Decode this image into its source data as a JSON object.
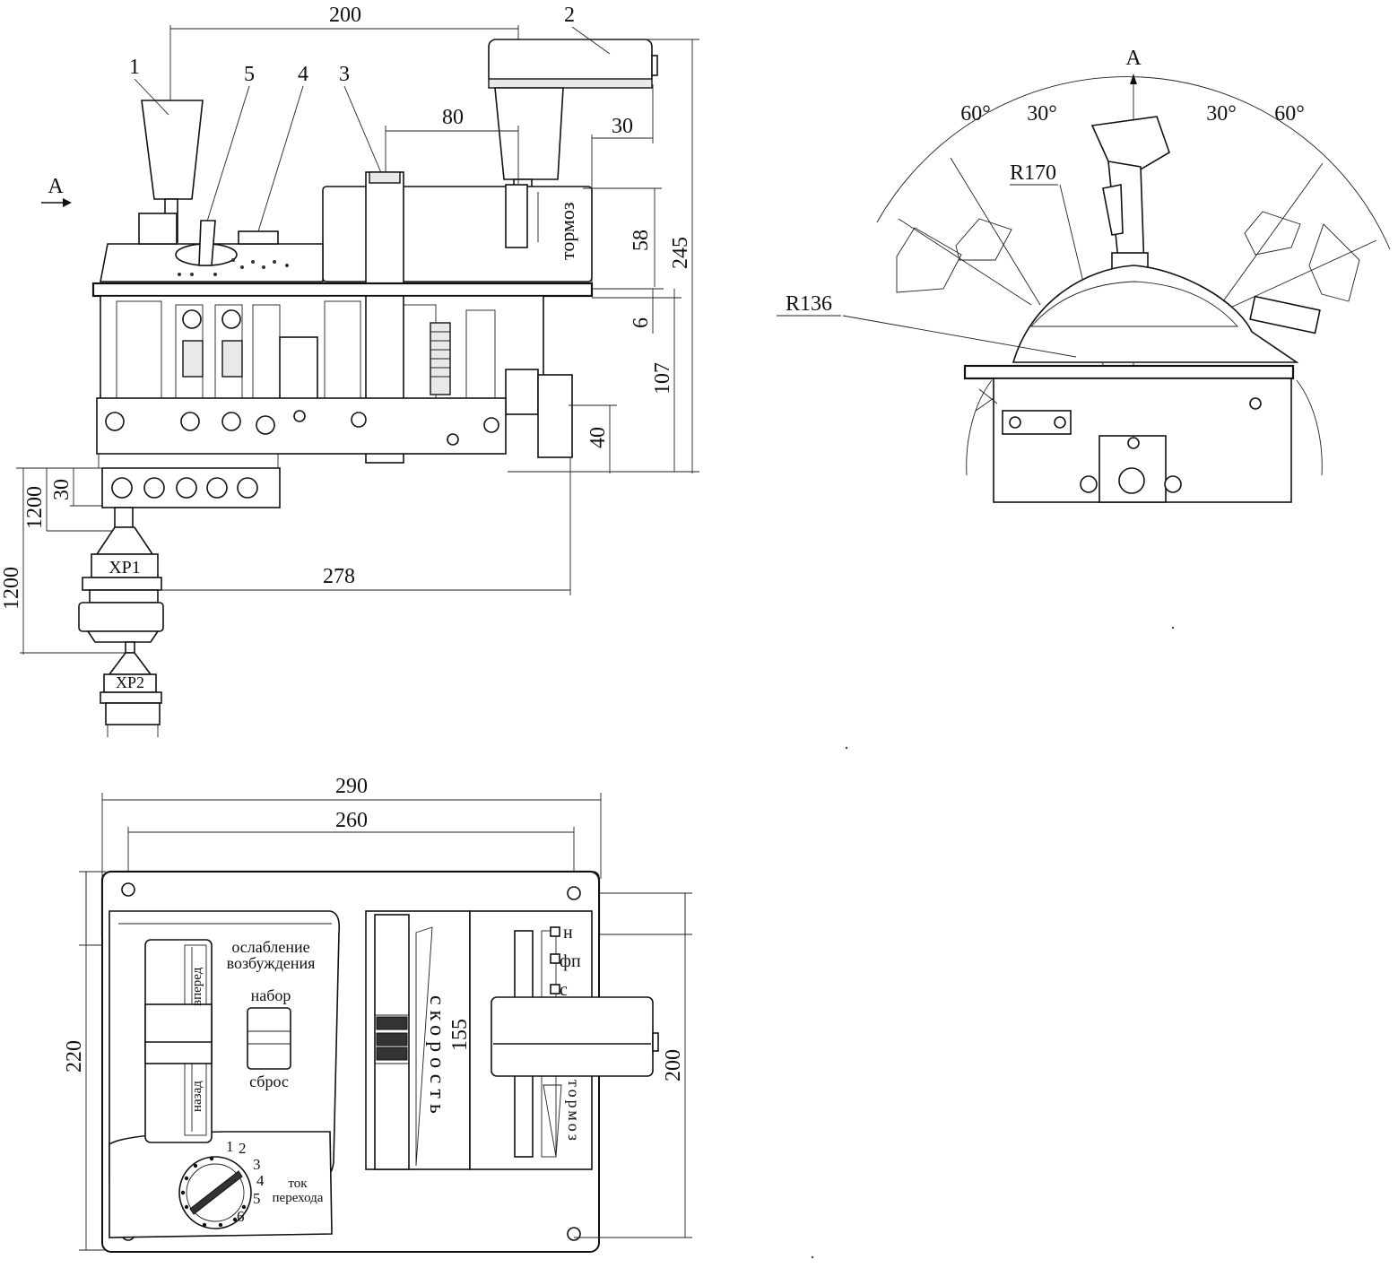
{
  "side_view": {
    "dimensions": {
      "width_main": "200",
      "dist_80": "80",
      "dist_30": "30",
      "height_58": "58",
      "height_245": "245",
      "height_6": "6",
      "height_107": "107",
      "height_40": "40",
      "height_30": "30",
      "cable_1200_a": "1200",
      "cable_1200_b": "1200",
      "length_278": "278"
    },
    "callouts": [
      "1",
      "2",
      "3",
      "4",
      "5"
    ],
    "view_arrow": "A",
    "brake_label": "тормоз",
    "connectors": [
      "XP1",
      "XP2"
    ]
  },
  "front_view": {
    "view_label": "A",
    "angles": [
      "60°",
      "30°",
      "30°",
      "60°"
    ],
    "radius_inner": "R170",
    "radius_outer": "R136"
  },
  "top_view": {
    "dimensions": {
      "width_290": "290",
      "width_260": "260",
      "height_220": "220",
      "height_200": "200",
      "slot_155": "155"
    },
    "weakening_title": [
      "ослабление",
      "возбуждения"
    ],
    "dial_set": "набор",
    "dial_reset": "сброс",
    "reverser_forward": "вперед",
    "reverser_back": "назад",
    "speed_label": "скорость",
    "brake_positions": [
      "н",
      "фп",
      "с"
    ],
    "brake_label": "тормоз",
    "current_label": [
      "ток",
      "перехода"
    ],
    "current_steps": [
      "1",
      "2",
      "3",
      "4",
      "5",
      "6"
    ]
  }
}
